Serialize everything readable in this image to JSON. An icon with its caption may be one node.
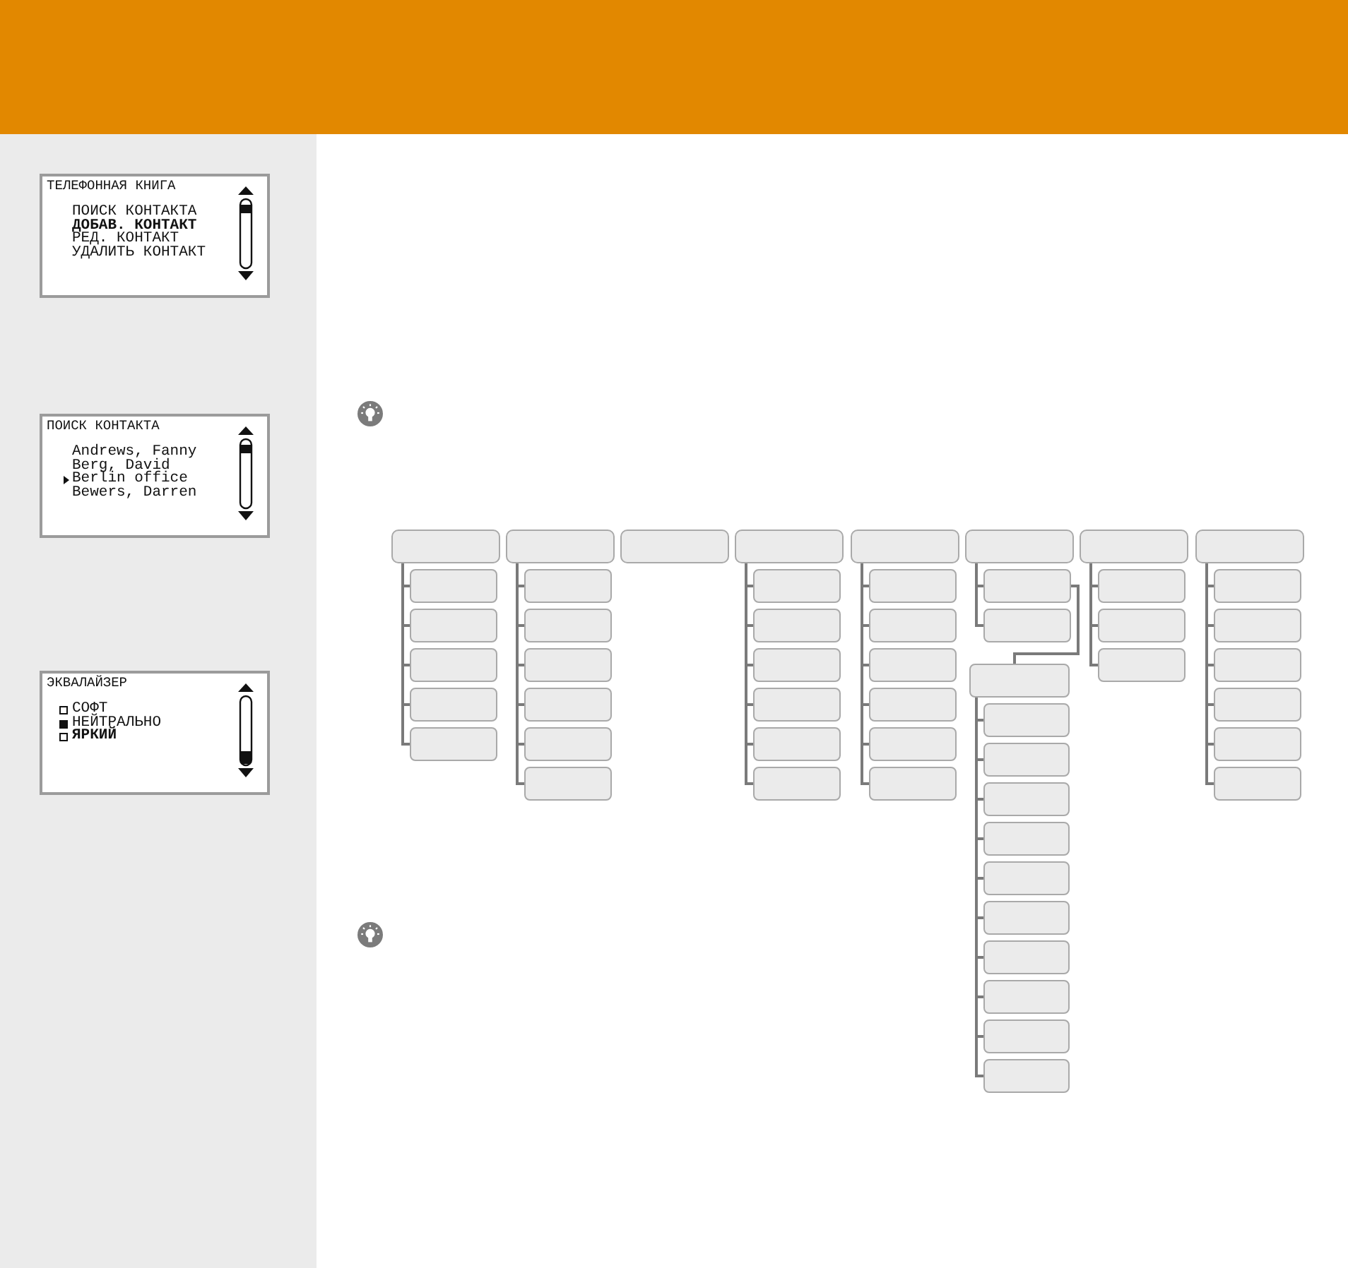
{
  "diagram": {
    "nodes": [
      {
        "text": [
          "ТЕЛЕФОННАЯ КНИГА",
          "ПОИСК КОНТАКТА",
          "ДОБАВ. КОНТАКТ",
          "РЕД. КОНТАКТ",
          "УДАЛИТЬ КОНТАКТ"
        ]
      },
      {
        "text": [
          "ПОИСК КОНТАКТА",
          "Andrews, Fanny",
          "Berg, David",
          "Berlin office",
          "Bewers, Darren"
        ]
      },
      {
        "text": [
          "ЭКВАЛАЙЗЕР",
          "СОФТ",
          "НЕЙТРАЛЬНО",
          "ЯРКИЙ"
        ]
      },
      {
        "text": [],
        "shape": "box"
      },
      {
        "text": [],
        "shape": "box"
      },
      {
        "text": [],
        "shape": "box"
      },
      {
        "text": [],
        "shape": "box"
      },
      {
        "text": [],
        "shape": "box"
      },
      {
        "text": [],
        "shape": "box"
      },
      {
        "text": [],
        "shape": "box"
      },
      {
        "text": [],
        "shape": "box"
      },
      {
        "text": [],
        "shape": "box"
      },
      {
        "text": [],
        "shape": "box"
      },
      {
        "text": [],
        "shape": "box"
      },
      {
        "text": [],
        "shape": "box"
      },
      {
        "text": [],
        "shape": "box"
      },
      {
        "text": [],
        "shape": "box"
      },
      {
        "text": [],
        "shape": "box"
      },
      {
        "text": [],
        "shape": "box"
      },
      {
        "text": [],
        "shape": "box"
      },
      {
        "text": [],
        "shape": "box"
      },
      {
        "text": [],
        "shape": "box"
      },
      {
        "text": [],
        "shape": "box"
      },
      {
        "text": [],
        "shape": "box"
      },
      {
        "text": [],
        "shape": "box"
      },
      {
        "text": [],
        "shape": "box"
      },
      {
        "text": [],
        "shape": "box"
      },
      {
        "text": [],
        "shape": "box"
      },
      {
        "text": [],
        "shape": "box"
      },
      {
        "text": [],
        "shape": "box"
      },
      {
        "text": [],
        "shape": "box"
      },
      {
        "text": [],
        "shape": "box"
      },
      {
        "text": [],
        "shape": "box"
      },
      {
        "text": [],
        "shape": "box"
      },
      {
        "text": [],
        "shape": "box"
      },
      {
        "text": [],
        "shape": "box"
      },
      {
        "text": [],
        "shape": "box"
      },
      {
        "text": [],
        "shape": "box"
      },
      {
        "text": [],
        "shape": "box"
      },
      {
        "text": [],
        "shape": "box"
      },
      {
        "text": [],
        "shape": "box"
      },
      {
        "text": [],
        "shape": "box"
      },
      {
        "text": [],
        "shape": "box"
      },
      {
        "text": [],
        "shape": "box"
      },
      {
        "text": [],
        "shape": "box"
      },
      {
        "text": [],
        "shape": "box"
      },
      {
        "text": [],
        "shape": "box"
      },
      {
        "text": [],
        "shape": "box"
      },
      {
        "text": [],
        "shape": "box"
      },
      {
        "text": [],
        "shape": "box"
      },
      {
        "text": [],
        "shape": "box"
      },
      {
        "text": [],
        "shape": "box"
      },
      {
        "text": [],
        "shape": "box"
      },
      {
        "text": [],
        "shape": "box"
      },
      {
        "text": [],
        "shape": "box"
      },
      {
        "text": [],
        "shape": "box"
      }
    ],
    "edges": [
      {
        "from": 3,
        "to": 11,
        "arrow": "none"
      },
      {
        "from": 3,
        "to": 12,
        "arrow": "none"
      },
      {
        "from": 3,
        "to": 13,
        "arrow": "none"
      },
      {
        "from": 3,
        "to": 14,
        "arrow": "none"
      },
      {
        "from": 3,
        "to": 15,
        "arrow": "none"
      },
      {
        "from": 4,
        "to": 16,
        "arrow": "none"
      },
      {
        "from": 4,
        "to": 17,
        "arrow": "none"
      },
      {
        "from": 4,
        "to": 18,
        "arrow": "none"
      },
      {
        "from": 4,
        "to": 19,
        "arrow": "none"
      },
      {
        "from": 4,
        "to": 20,
        "arrow": "none"
      },
      {
        "from": 4,
        "to": 21,
        "arrow": "none"
      },
      {
        "from": 6,
        "to": 22,
        "arrow": "none"
      },
      {
        "from": 6,
        "to": 23,
        "arrow": "none"
      },
      {
        "from": 6,
        "to": 24,
        "arrow": "none"
      },
      {
        "from": 6,
        "to": 25,
        "arrow": "none"
      },
      {
        "from": 6,
        "to": 26,
        "arrow": "none"
      },
      {
        "from": 6,
        "to": 27,
        "arrow": "none"
      },
      {
        "from": 7,
        "to": 28,
        "arrow": "none"
      },
      {
        "from": 7,
        "to": 29,
        "arrow": "none"
      },
      {
        "from": 7,
        "to": 30,
        "arrow": "none"
      },
      {
        "from": 7,
        "to": 31,
        "arrow": "none"
      },
      {
        "from": 7,
        "to": 32,
        "arrow": "none"
      },
      {
        "from": 7,
        "to": 33,
        "arrow": "none"
      },
      {
        "from": 8,
        "to": 34,
        "arrow": "none"
      },
      {
        "from": 8,
        "to": 35,
        "arrow": "none"
      },
      {
        "from": 34,
        "to": 36,
        "arrow": "none"
      },
      {
        "from": 36,
        "to": 37,
        "arrow": "none"
      },
      {
        "from": 36,
        "to": 38,
        "arrow": "none"
      },
      {
        "from": 36,
        "to": 39,
        "arrow": "none"
      },
      {
        "from": 36,
        "to": 40,
        "arrow": "none"
      },
      {
        "from": 36,
        "to": 41,
        "arrow": "none"
      },
      {
        "from": 36,
        "to": 42,
        "arrow": "none"
      },
      {
        "from": 36,
        "to": 43,
        "arrow": "none"
      },
      {
        "from": 36,
        "to": 44,
        "arrow": "none"
      },
      {
        "from": 36,
        "to": 45,
        "arrow": "none"
      },
      {
        "from": 36,
        "to": 46,
        "arrow": "none"
      },
      {
        "from": 9,
        "to": 47,
        "arrow": "none"
      },
      {
        "from": 9,
        "to": 48,
        "arrow": "none"
      },
      {
        "from": 9,
        "to": 49,
        "arrow": "none"
      },
      {
        "from": 10,
        "to": 50,
        "arrow": "none"
      },
      {
        "from": 10,
        "to": 51,
        "arrow": "none"
      },
      {
        "from": 10,
        "to": 52,
        "arrow": "none"
      },
      {
        "from": 10,
        "to": 53,
        "arrow": "none"
      },
      {
        "from": 10,
        "to": 54,
        "arrow": "none"
      },
      {
        "from": 10,
        "to": 55,
        "arrow": "none"
      }
    ]
  }
}
